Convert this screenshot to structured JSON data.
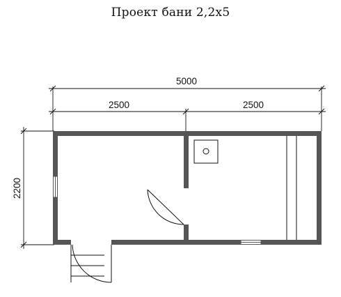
{
  "title": "Проект бани 2,2х5",
  "dimensions": {
    "total_length": "5000",
    "left_room": "2500",
    "right_room": "2500",
    "width": "2200"
  },
  "colors": {
    "wall": "#555555",
    "line": "#111111"
  }
}
